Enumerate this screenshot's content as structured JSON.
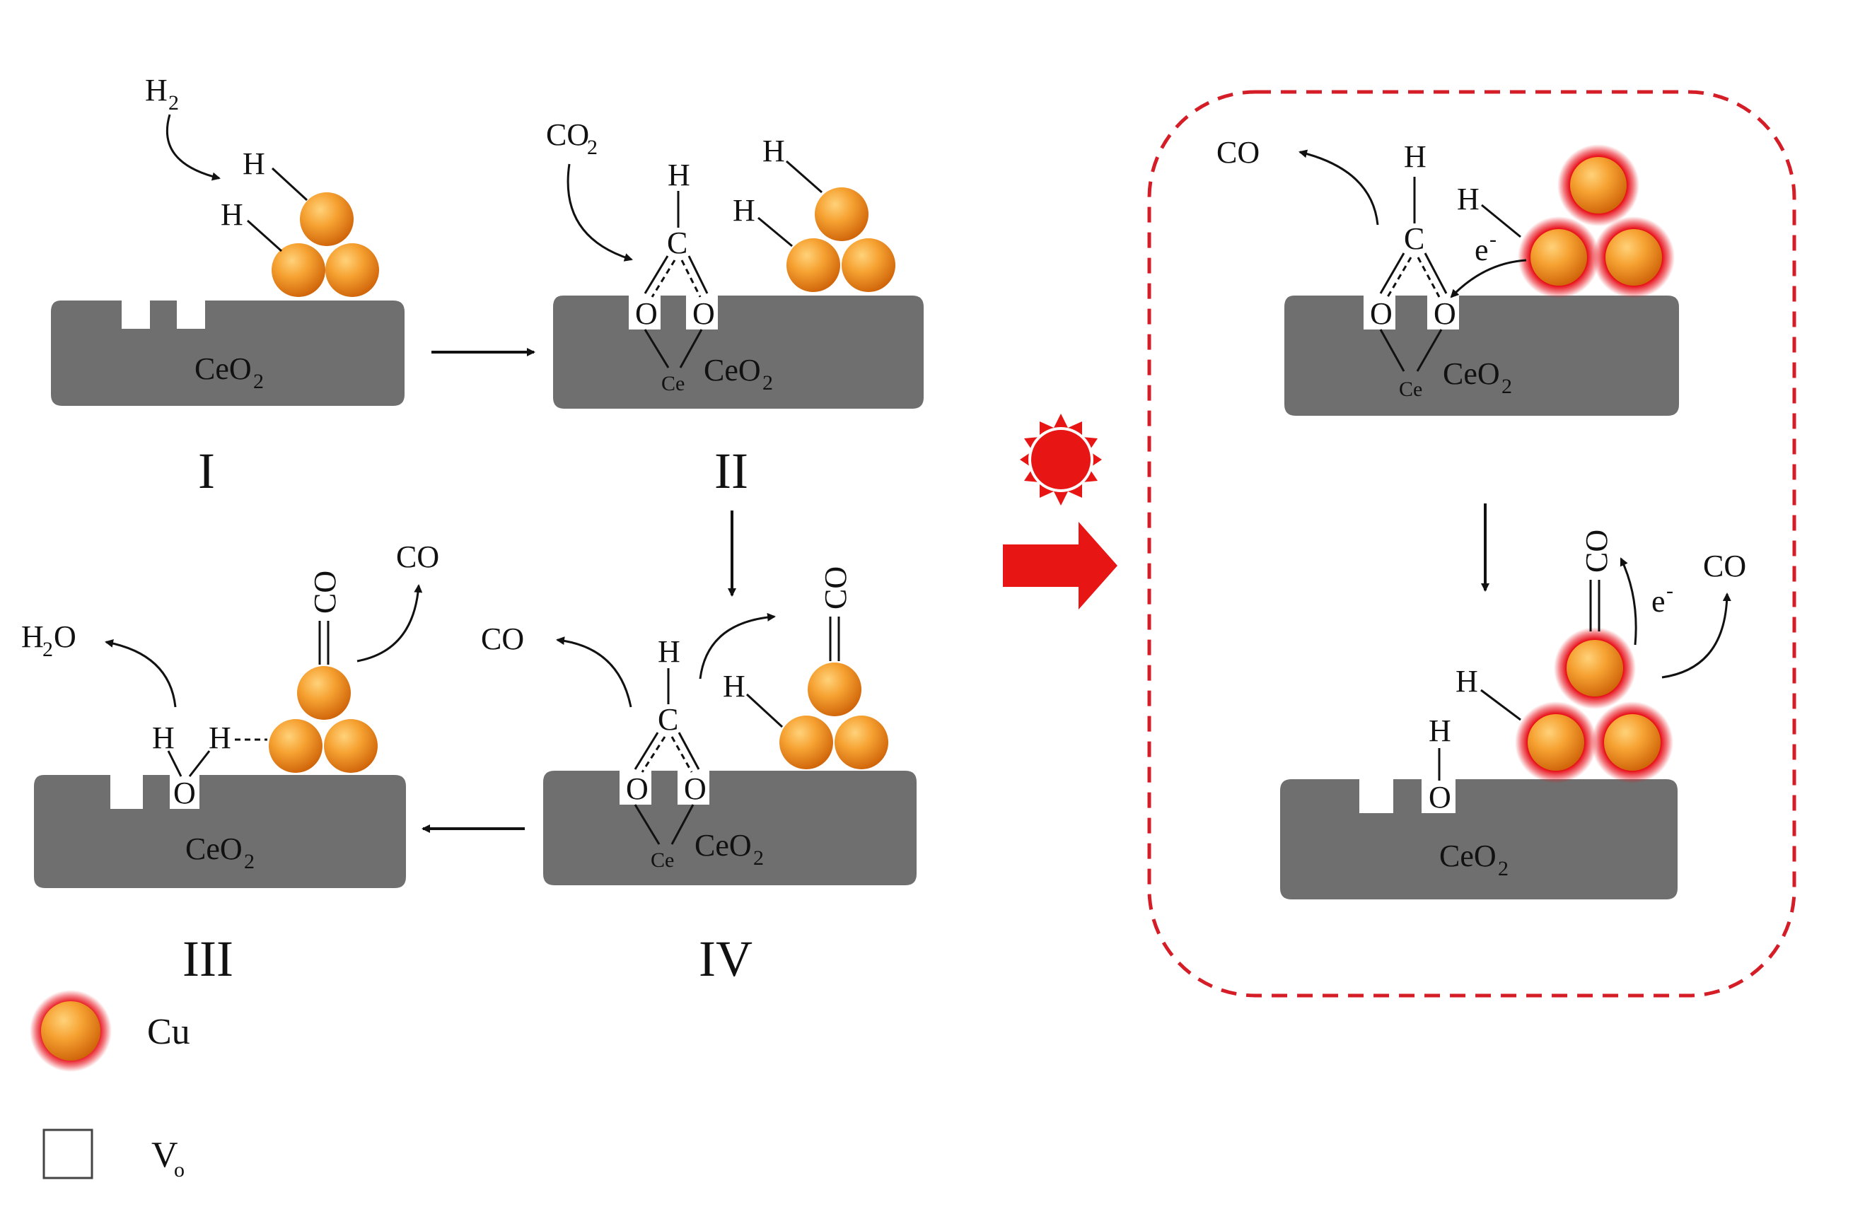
{
  "substrate_label": "CeO",
  "substrate_sub": "2",
  "stages": {
    "I": "I",
    "II": "II",
    "III": "III",
    "IV": "IV"
  },
  "species": {
    "h2": "H",
    "h2_sub": "2",
    "co2": "CO",
    "co2_sub": "2",
    "h": "H",
    "c": "C",
    "o": "O",
    "ce": "Ce",
    "co": "CO",
    "h2o_a": "H",
    "h2o_sub": "2",
    "h2o_b": "O",
    "electron": "e",
    "electron_sup": "-"
  },
  "legend": {
    "cu": "Cu",
    "vo": "V",
    "vo_sub": "o"
  },
  "colors": {
    "substrate": "#6f6f6f",
    "sphere": "#f39a2a",
    "sphere_dark": "#d46f0e",
    "glow": "#e8101a",
    "dashed_box": "#d41d26",
    "sun": "#e81515",
    "big_arrow": "#e81515"
  },
  "icons": [
    "sun-icon",
    "big-red-arrow-icon"
  ]
}
